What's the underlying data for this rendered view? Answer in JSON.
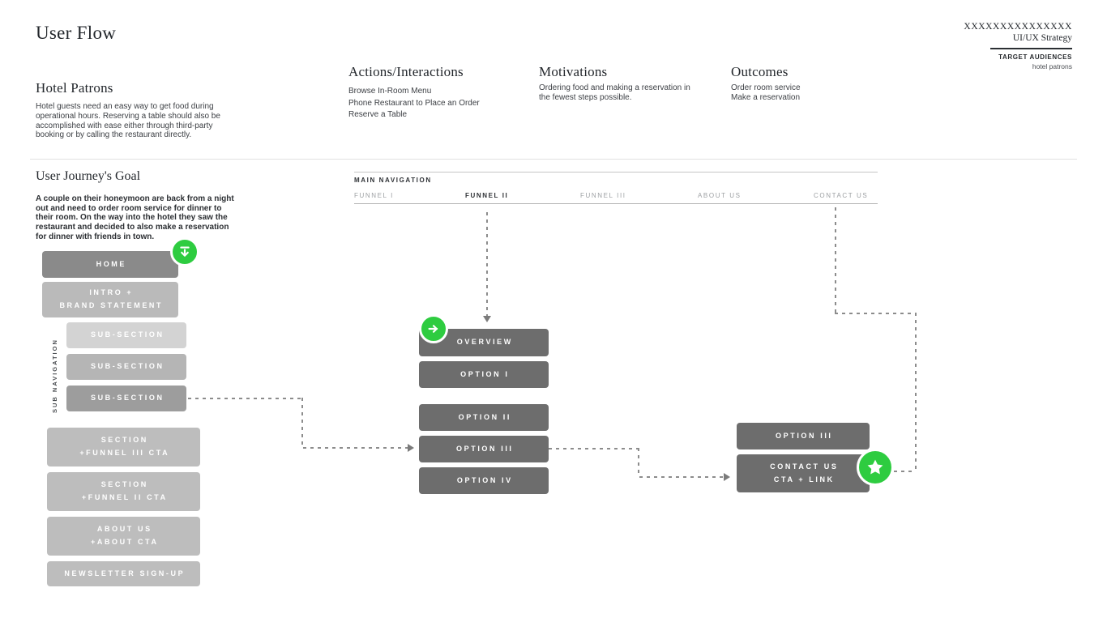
{
  "header": {
    "title": "User Flow",
    "brand": "XXXXXXXXXXXXXXX",
    "discipline": "UI/UX Strategy",
    "target_audiences_label": "TARGET AUDIENCES",
    "target_audiences_value": "hotel patrons"
  },
  "persona": {
    "title": "Hotel Patrons",
    "description": "Hotel guests need an easy way to get food during operational hours. Reserving a table should also be accomplished with ease either through third-party booking or by calling the restaurant directly."
  },
  "actions": {
    "title": "Actions/Interactions",
    "items": [
      "Browse In-Room Menu",
      "Phone Restaurant to Place an Order",
      "Reserve a Table"
    ]
  },
  "motivations": {
    "title": "Motivations",
    "description": "Ordering food and making a reservation in the fewest steps possible."
  },
  "outcomes": {
    "title": "Outcomes",
    "items": [
      "Order room service",
      "Make a reservation"
    ]
  },
  "journey_goal": {
    "title": "User Journey's Goal",
    "description": "A couple on their honeymoon are back from a night out and need to order room service for dinner to their room. On the way into the hotel they saw the restaurant and decided to also make a reservation for dinner with friends in town."
  },
  "sub_navigation": {
    "label": "SUB NAVIGATION",
    "boxes": [
      {
        "line1": "HOME"
      },
      {
        "line1": "INTRO +",
        "line2": "BRAND STATEMENT"
      },
      {
        "line1": "SUB-SECTION"
      },
      {
        "line1": "SUB-SECTION"
      },
      {
        "line1": "SUB-SECTION"
      },
      {
        "line1": "SECTION",
        "line2": "+FUNNEL III CTA"
      },
      {
        "line1": "SECTION",
        "line2": "+FUNNEL II CTA"
      },
      {
        "line1": "ABOUT US",
        "line2": "+ABOUT CTA"
      },
      {
        "line1": "NEWSLETTER SIGN-UP"
      }
    ]
  },
  "main_navigation": {
    "label": "MAIN NAVIGATION",
    "items": [
      {
        "label": "FUNNEL I",
        "active": false
      },
      {
        "label": "FUNNEL II",
        "active": true
      },
      {
        "label": "FUNNEL III",
        "active": false
      },
      {
        "label": "ABOUT US",
        "active": false
      },
      {
        "label": "CONTACT US",
        "active": false
      }
    ]
  },
  "funnel": {
    "boxes": [
      {
        "line1": "OVERVIEW"
      },
      {
        "line1": "OPTION I"
      },
      {
        "line1": "OPTION II"
      },
      {
        "line1": "OPTION III"
      },
      {
        "line1": "OPTION IV"
      }
    ]
  },
  "cta": {
    "boxes": [
      {
        "line1": "OPTION III"
      },
      {
        "line1": "CONTACT US",
        "line2": "CTA + LINK"
      }
    ]
  },
  "icons": {
    "start": "down-arrow-from-bar-icon",
    "step": "right-arrow-icon",
    "goal": "star-icon"
  },
  "colors": {
    "accent_green": "#2ecc40",
    "box_dark": "#6d6d6d",
    "box_home": "#8a8a8a",
    "box_intro": "#bababa",
    "box_sub_light": "#d3d3d3",
    "box_sub_medium": "#b5b5b5",
    "box_sub_dark": "#9d9d9d",
    "box_section": "#bdbdbd",
    "connector": "#8c8c8c"
  }
}
